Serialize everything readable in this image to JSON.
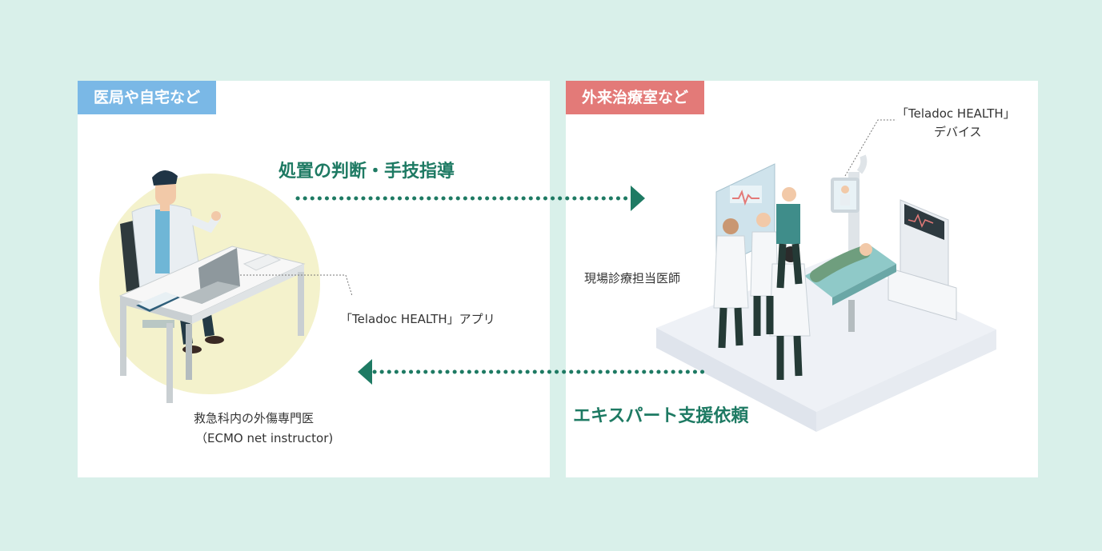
{
  "left_panel": {
    "tag": "医局や自宅など",
    "app_label": "「Teladoc HEALTH」アプリ",
    "doctor_label_line1": "救急科内の外傷専門医",
    "doctor_label_line2": "（ECMO net instructor)"
  },
  "right_panel": {
    "tag": "外来治療室など",
    "device_label_line1": "「Teladoc HEALTH」",
    "device_label_line2": "デバイス",
    "staff_label": "現場診療担当医師"
  },
  "flows": {
    "top": "処置の判断・手技指導",
    "bottom": "エキスパート支援依頼"
  },
  "colors": {
    "background": "#d9f0ea",
    "left_tag": "#7ab8e6",
    "right_tag": "#e37a78",
    "arrow": "#1e7a63"
  }
}
